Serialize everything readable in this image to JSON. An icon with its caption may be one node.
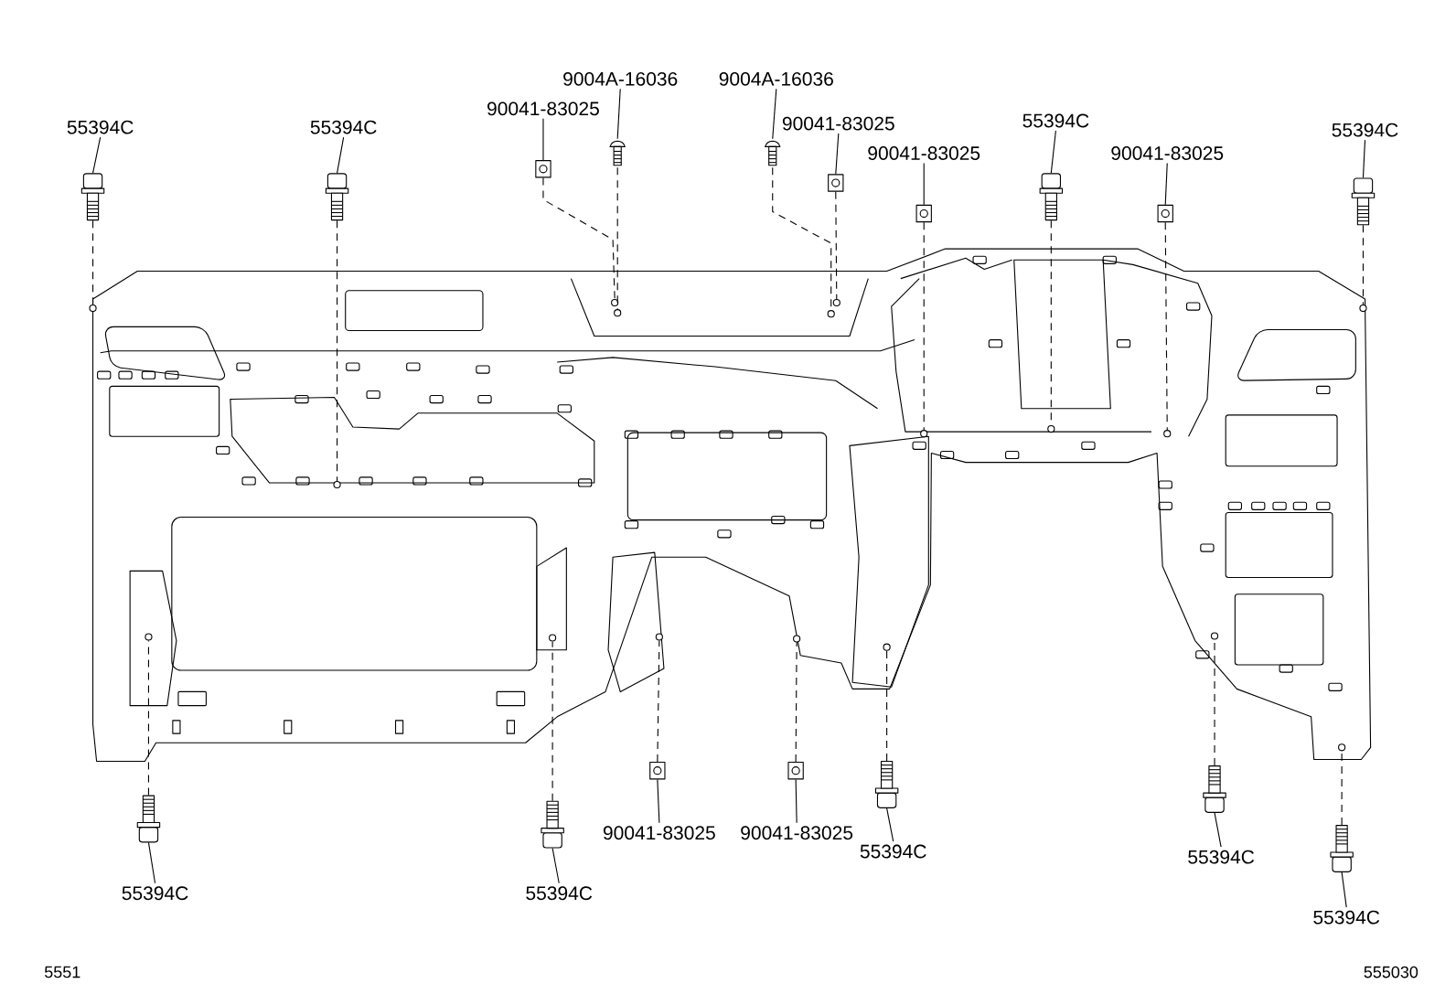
{
  "diagram": {
    "nodes": [
      {
        "text": [],
        "shape": "picture"
      },
      {
        "text": [
          "55394C"
        ]
      },
      {
        "text": [],
        "shape": "bolt"
      },
      {
        "text": [],
        "shape": "circle",
        "in": 0
      },
      {
        "text": [
          "55394C"
        ]
      },
      {
        "text": [],
        "shape": "bolt"
      },
      {
        "text": [],
        "shape": "circle",
        "in": 0
      },
      {
        "text": [
          "90041-83025"
        ]
      },
      {
        "text": [],
        "shape": "clip"
      },
      {
        "text": [],
        "shape": "circle",
        "in": 0
      },
      {
        "text": [
          "9004A-16036"
        ]
      },
      {
        "text": [],
        "shape": "screw"
      },
      {
        "text": [],
        "shape": "circle",
        "in": 0
      },
      {
        "text": [
          "9004A-16036"
        ]
      },
      {
        "text": [],
        "shape": "screw"
      },
      {
        "text": [],
        "shape": "circle",
        "in": 0
      },
      {
        "text": [
          "90041-83025"
        ]
      },
      {
        "text": [],
        "shape": "clip"
      },
      {
        "text": [],
        "shape": "circle",
        "in": 0
      },
      {
        "text": [
          "90041-83025"
        ]
      },
      {
        "text": [],
        "shape": "clip"
      },
      {
        "text": [],
        "shape": "circle",
        "in": 0
      },
      {
        "text": [
          "55394C"
        ]
      },
      {
        "text": [],
        "shape": "bolt"
      },
      {
        "text": [],
        "shape": "circle",
        "in": 0
      },
      {
        "text": [
          "90041-83025"
        ]
      },
      {
        "text": [],
        "shape": "clip"
      },
      {
        "text": [],
        "shape": "circle",
        "in": 0
      },
      {
        "text": [
          "55394C"
        ]
      },
      {
        "text": [],
        "shape": "bolt"
      },
      {
        "text": [],
        "shape": "circle",
        "in": 0
      },
      {
        "text": [
          "55394C"
        ]
      },
      {
        "text": [],
        "shape": "bolt"
      },
      {
        "text": [],
        "shape": "circle",
        "in": 0
      },
      {
        "text": [
          "55394C"
        ]
      },
      {
        "text": [],
        "shape": "bolt"
      },
      {
        "text": [],
        "shape": "circle",
        "in": 0
      },
      {
        "text": [
          "90041-83025"
        ]
      },
      {
        "text": [],
        "shape": "clip"
      },
      {
        "text": [],
        "shape": "circle",
        "in": 0
      },
      {
        "text": [
          "90041-83025"
        ]
      },
      {
        "text": [],
        "shape": "clip"
      },
      {
        "text": [],
        "shape": "circle",
        "in": 0
      },
      {
        "text": [
          "55394C"
        ]
      },
      {
        "text": [],
        "shape": "bolt"
      },
      {
        "text": [],
        "shape": "circle",
        "in": 0
      },
      {
        "text": [
          "55394C"
        ]
      },
      {
        "text": [],
        "shape": "bolt"
      },
      {
        "text": [],
        "shape": "circle",
        "in": 0
      },
      {
        "text": [
          "55394C"
        ]
      },
      {
        "text": [],
        "shape": "bolt"
      },
      {
        "text": [],
        "shape": "circle",
        "in": 0
      }
    ],
    "edges": [
      {
        "from": 1,
        "to": 2,
        "arrow": "none"
      },
      {
        "from": 2,
        "to": 3,
        "arrow": "none",
        "style": "dashed"
      },
      {
        "from": 4,
        "to": 5,
        "arrow": "none"
      },
      {
        "from": 5,
        "to": 6,
        "arrow": "none",
        "style": "dashed"
      },
      {
        "from": 7,
        "to": 8,
        "arrow": "none"
      },
      {
        "from": 8,
        "to": 9,
        "arrow": "none",
        "style": "dashed"
      },
      {
        "from": 10,
        "to": 11,
        "arrow": "none"
      },
      {
        "from": 11,
        "to": 12,
        "arrow": "none",
        "style": "dashed"
      },
      {
        "from": 13,
        "to": 14,
        "arrow": "none"
      },
      {
        "from": 14,
        "to": 15,
        "arrow": "none",
        "style": "dashed"
      },
      {
        "from": 16,
        "to": 17,
        "arrow": "none"
      },
      {
        "from": 17,
        "to": 18,
        "arrow": "none",
        "style": "dashed"
      },
      {
        "from": 19,
        "to": 20,
        "arrow": "none"
      },
      {
        "from": 20,
        "to": 21,
        "arrow": "none",
        "style": "dashed"
      },
      {
        "from": 22,
        "to": 23,
        "arrow": "none"
      },
      {
        "from": 23,
        "to": 24,
        "arrow": "none",
        "style": "dashed"
      },
      {
        "from": 25,
        "to": 26,
        "arrow": "none"
      },
      {
        "from": 26,
        "to": 27,
        "arrow": "none",
        "style": "dashed"
      },
      {
        "from": 28,
        "to": 29,
        "arrow": "none"
      },
      {
        "from": 29,
        "to": 30,
        "arrow": "none",
        "style": "dashed"
      },
      {
        "from": 31,
        "to": 32,
        "arrow": "none"
      },
      {
        "from": 32,
        "to": 33,
        "arrow": "none",
        "style": "dashed"
      },
      {
        "from": 34,
        "to": 35,
        "arrow": "none"
      },
      {
        "from": 35,
        "to": 36,
        "arrow": "none",
        "style": "dashed"
      },
      {
        "from": 37,
        "to": 38,
        "arrow": "none"
      },
      {
        "from": 38,
        "to": 39,
        "arrow": "none",
        "style": "dashed"
      },
      {
        "from": 40,
        "to": 41,
        "arrow": "none"
      },
      {
        "from": 41,
        "to": 42,
        "arrow": "none",
        "style": "dashed"
      },
      {
        "from": 43,
        "to": 44,
        "arrow": "none"
      },
      {
        "from": 44,
        "to": 45,
        "arrow": "none",
        "style": "dashed"
      },
      {
        "from": 46,
        "to": 47,
        "arrow": "none"
      },
      {
        "from": 47,
        "to": 48,
        "arrow": "none",
        "style": "dashed"
      },
      {
        "from": 49,
        "to": 50,
        "arrow": "none"
      },
      {
        "from": 50,
        "to": 51,
        "arrow": "none",
        "style": "dashed"
      }
    ],
    "labels": [
      "5551",
      "555030"
    ]
  }
}
